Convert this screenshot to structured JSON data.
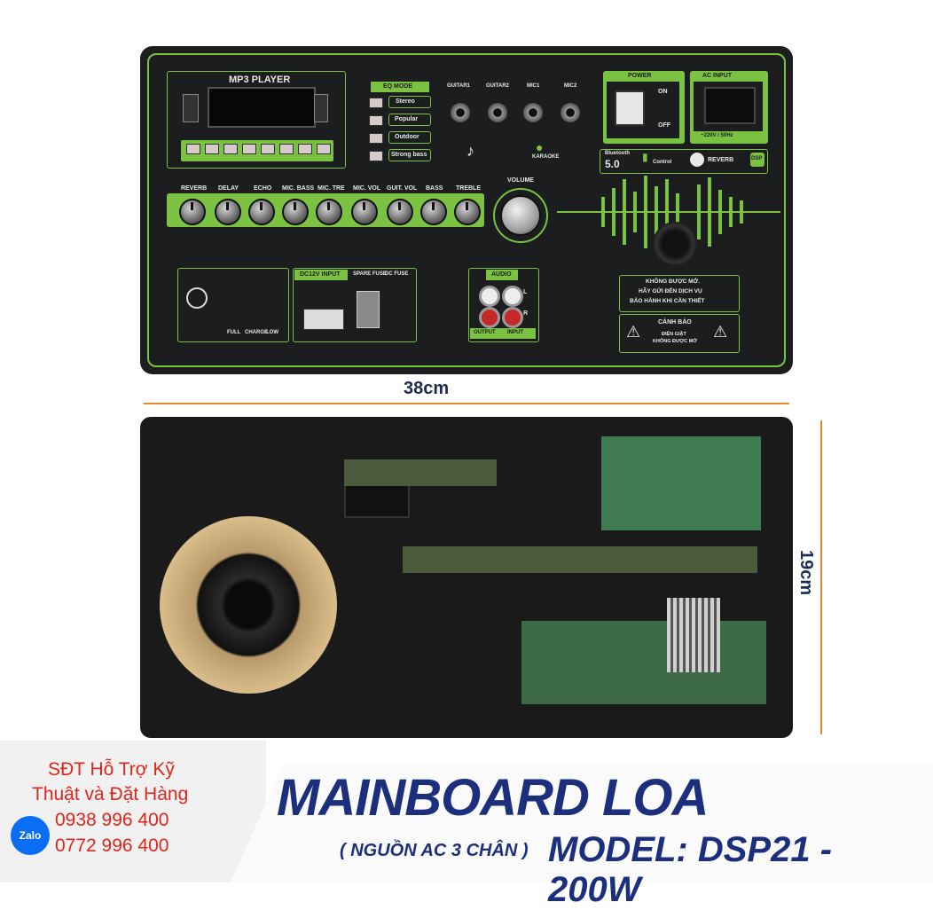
{
  "panel": {
    "mp3_title": "MP3 PLAYER",
    "eq_mode_title": "EQ MODE",
    "eq_modes": [
      "Stereo",
      "Popular",
      "Outdoor",
      "Strong bass"
    ],
    "inputs": [
      "GUITAR1",
      "GUITAR2",
      "MIC1",
      "MIC2"
    ],
    "karaoke": "KARAOKE",
    "power": {
      "title": "POWER",
      "on": "ON",
      "off": "OFF"
    },
    "ac_input": {
      "title": "AC INPUT",
      "rating": "~220V / 50Hz"
    },
    "bluetooth": {
      "label": "Bluetooth",
      "version": "5.0"
    },
    "remote": "Control",
    "reverb": "REVERB",
    "dsp": "DSP",
    "knobs": [
      "REVERB",
      "DELAY",
      "ECHO",
      "MIC. BASS",
      "MIC. TRE",
      "MIC. VOL",
      "GUIT. VOL",
      "BASS",
      "TREBLE"
    ],
    "volume": "VOLUME",
    "dc_input": "DC12V INPUT",
    "spare_fuse": "SPARE FUSE",
    "dc_fuse": "DC FUSE",
    "battery": [
      "FULL",
      "CHARGE",
      "LOW"
    ],
    "audio": {
      "title": "AUDIO",
      "output": "OUTPUT",
      "input": "INPUT",
      "l": "L",
      "r": "R"
    },
    "warning_text": [
      "KHÔNG ĐƯỢC MỞ.",
      "HÃY GỬI ĐẾN DỊCH VỤ",
      "BẢO HÀNH KHI CẦN THIẾT"
    ],
    "caution": {
      "title": "CẢNH BÁO",
      "line1": "ĐIỆN GIẬT",
      "line2": "KHÔNG ĐƯỢC MỞ"
    }
  },
  "dimensions": {
    "width": "38cm",
    "height": "19cm"
  },
  "contact": {
    "line1": "SĐT Hỗ Trợ Kỹ",
    "line2": "Thuật và Đặt Hàng",
    "phone1": "0938 996 400",
    "phone2": "0772 996 400",
    "zalo": "Zalo"
  },
  "product": {
    "headline": "MAINBOARD LOA",
    "source_note": "( NGUỒN AC 3 CHÂN )",
    "model": "MODEL: DSP21 - 200W"
  },
  "colors": {
    "accent_green": "#7cc242",
    "panel": "#1c1d1e",
    "title_blue": "#1c2f7d",
    "contact_red": "#e1251b",
    "dimension_orange": "#e8862a"
  }
}
